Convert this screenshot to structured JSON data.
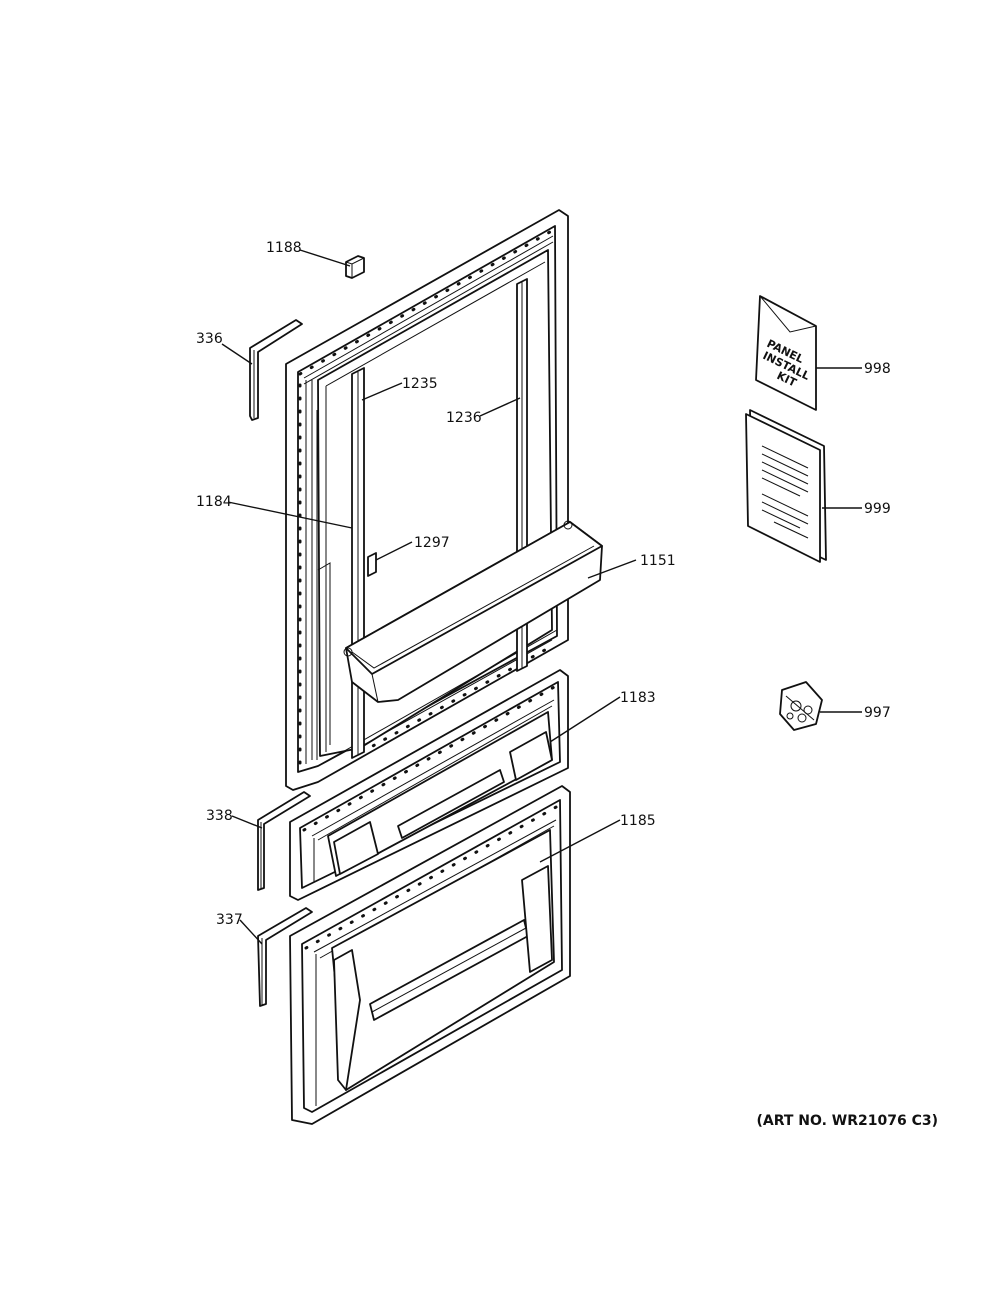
{
  "callouts": [
    {
      "id": "1188",
      "text": "1188"
    },
    {
      "id": "336",
      "text": "336"
    },
    {
      "id": "1235",
      "text": "1235"
    },
    {
      "id": "1236",
      "text": "1236"
    },
    {
      "id": "1184",
      "text": "1184"
    },
    {
      "id": "1297",
      "text": "1297"
    },
    {
      "id": "1151",
      "text": "1151"
    },
    {
      "id": "1183",
      "text": "1183"
    },
    {
      "id": "338",
      "text": "338"
    },
    {
      "id": "1185",
      "text": "1185"
    },
    {
      "id": "337",
      "text": "337"
    },
    {
      "id": "998",
      "text": "998"
    },
    {
      "id": "999",
      "text": "999"
    },
    {
      "id": "997",
      "text": "997"
    }
  ],
  "kit_label": {
    "line1": "PANEL",
    "line2": "INSTALL",
    "line3": "KIT"
  },
  "art_number": "(ART NO. WR21076 C3)"
}
